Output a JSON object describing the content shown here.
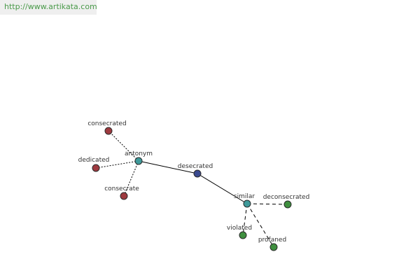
{
  "header": {
    "url": "http://www.artikata.com"
  },
  "colors": {
    "url_text": "#4a9a4a",
    "antonym_nodes": "#9e3a3f",
    "hub_nodes": "#3f9a9a",
    "center_node": "#3a4a8f",
    "similar_nodes": "#3f8f3f",
    "edge": "#000000"
  },
  "graph": {
    "nodes": [
      {
        "id": "desecrated",
        "label": "desecrated",
        "kind": "center"
      },
      {
        "id": "antonym",
        "label": "antonym",
        "kind": "hub"
      },
      {
        "id": "similar",
        "label": "similar",
        "kind": "hub"
      },
      {
        "id": "consecrated",
        "label": "consecrated",
        "kind": "antonym-leaf"
      },
      {
        "id": "dedicated",
        "label": "dedicated",
        "kind": "antonym-leaf"
      },
      {
        "id": "consecrate",
        "label": "consecrate",
        "kind": "antonym-leaf"
      },
      {
        "id": "deconsecrated",
        "label": "deconsecrated",
        "kind": "similar-leaf"
      },
      {
        "id": "violated",
        "label": "violated",
        "kind": "similar-leaf"
      },
      {
        "id": "profaned",
        "label": "profaned",
        "kind": "similar-leaf"
      }
    ],
    "edges": [
      {
        "from": "desecrated",
        "to": "antonym",
        "style": "solid"
      },
      {
        "from": "desecrated",
        "to": "similar",
        "style": "solid"
      },
      {
        "from": "antonym",
        "to": "consecrated",
        "style": "dotted"
      },
      {
        "from": "antonym",
        "to": "dedicated",
        "style": "dotted"
      },
      {
        "from": "antonym",
        "to": "consecrate",
        "style": "dotted"
      },
      {
        "from": "similar",
        "to": "deconsecrated",
        "style": "dashed"
      },
      {
        "from": "similar",
        "to": "violated",
        "style": "dashed"
      },
      {
        "from": "similar",
        "to": "profaned",
        "style": "dashed"
      }
    ]
  }
}
